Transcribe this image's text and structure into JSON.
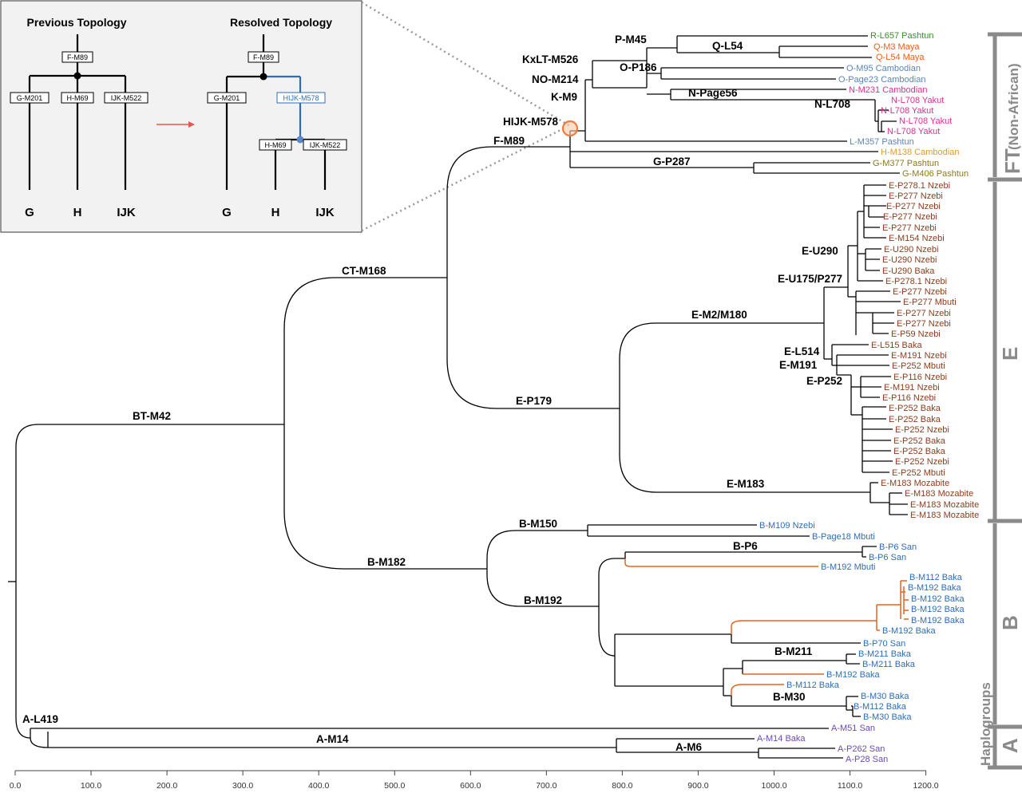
{
  "inset": {
    "previous_title": "Previous Topology",
    "resolved_title": "Resolved Topology",
    "nodes": {
      "f": "F-M89",
      "g": "G-M201",
      "h": "H-M69",
      "ijk": "IJK-M522",
      "hijk": "HIJK-M578"
    },
    "tips": {
      "g": "G",
      "h": "H",
      "ijk": "IJK"
    },
    "arrow_color": "#e05a50"
  },
  "clades": {
    "bt": "BT-M42",
    "ct": "CT-M168",
    "f": "F-M89",
    "hijk": "HIJK-M578",
    "k": "K-M9",
    "no": "NO-M214",
    "kxlt": "KxLT-M526",
    "p": "P-M45",
    "q": "Q-L54",
    "o": "O-P186",
    "npage": "N-Page56",
    "nl708": "N-L708",
    "g": "G-P287",
    "e179": "E-P179",
    "e2": "E-M2/M180",
    "u290": "E-U290",
    "u175": "E-U175/P277",
    "l514": "E-L514",
    "m191": "E-M191",
    "p252": "E-P252",
    "m183": "E-M183",
    "b182": "B-M182",
    "b150": "B-M150",
    "b192": "B-M192",
    "bp6": "B-P6",
    "b211": "B-M211",
    "b30": "B-M30",
    "al419": "A-L419",
    "am14": "A-M14",
    "am6": "A-M6"
  },
  "leaves": [
    "R-L657 Pashtun",
    "Q-M3 Maya",
    "Q-L54 Maya",
    "O-M95 Cambodian",
    "O-Page23 Cambodian",
    "N-M231 Cambodian",
    "N-L708 Yakut",
    "N-L708 Yakut",
    "N-L708 Yakut",
    "N-L708 Yakut",
    "L-M357 Pashtun",
    "H-M138 Cambodian",
    "G-M377 Pashtun",
    "G-M406 Pashtun",
    "E-P278.1 Nzebi",
    "E-P277 Nzebi",
    "E-P277 Nzebi",
    "E-P277 Nzebi",
    "E-P277 Nzebi",
    "E-M154 Nzebi",
    "E-U290 Nzebi",
    "E-U290 Nzebi",
    "E-U290 Baka",
    "E-P278.1 Nzebi",
    "E-P277 Nzebi",
    "E-P277 Mbuti",
    "E-P277 Nzebi",
    "E-P277 Nzebi",
    "E-P59 Nzebi",
    "E-L515 Baka",
    "E-M191 Nzebi",
    "E-P252 Mbuti",
    "E-P116 Nzebi",
    "E-M191 Nzebi",
    "E-P116 Nzebi",
    "E-P252 Baka",
    "E-P252 Baka",
    "E-P252 Nzebi",
    "E-P252 Baka",
    "E-P252 Baka",
    "E-P252 Nzebi",
    "E-P252 Mbuti",
    "E-M183 Mozabite",
    "E-M183 Mozabite",
    "E-M183 Mozabite",
    "E-M183 Mozabite",
    "B-M109 Nzebi",
    "B-Page18 Mbuti",
    "B-P6 San",
    "B-P6 San",
    "B-M192 Mbuti",
    "B-M112 Baka",
    "B-M192 Baka",
    "B-M192 Baka",
    "B-M192 Baka",
    "B-M192 Baka",
    "B-M192 Baka",
    "B-P70 San",
    "B-M211 Baka",
    "B-M211 Baka",
    "B-M192 Baka",
    "B-M112 Baka",
    "B-M30 Baka",
    "B-M112 Baka",
    "B-M30 Baka",
    "A-M51 San",
    "A-M14 Baka",
    "A-P262 San",
    "A-P28 San"
  ],
  "side_labels": {
    "ft": "FT",
    "non_african": "(Non-African)",
    "e": "E",
    "b": "B",
    "a": "A",
    "haplogroups": "Haplogroups"
  },
  "axis": {
    "ticks": [
      "0.0",
      "100.0",
      "200.0",
      "300.0",
      "400.0",
      "500.0",
      "600.0",
      "700.0",
      "800.0",
      "900.0",
      "1000.0",
      "1100.0",
      "1200.0"
    ]
  },
  "colors": {
    "green": "#3c8a2e",
    "orange": "#e8601c",
    "slate": "#5b86b8",
    "magenta": "#de2f8f",
    "amber": "#e39a2b",
    "olive": "#8a7a1c",
    "brown": "#8a3d1c",
    "blue": "#2f6db5",
    "purple": "#6a4bb0",
    "highlight": "#f07a3a"
  }
}
